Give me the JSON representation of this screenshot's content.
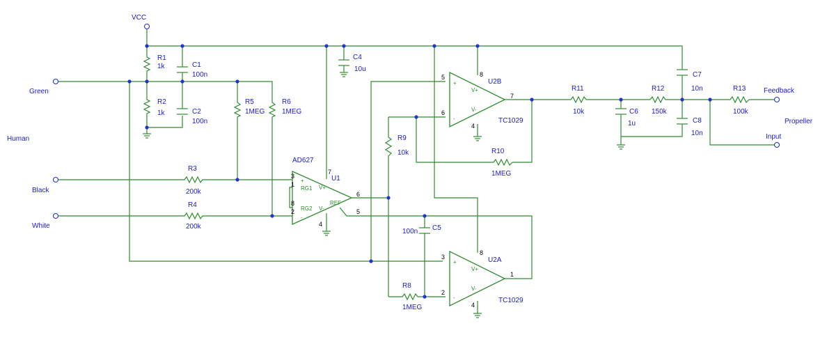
{
  "power": {
    "vcc": "VCC"
  },
  "terminals": {
    "green": "Green",
    "human": "Human",
    "black": "Black",
    "white": "White",
    "feedback": "Feedback",
    "propeller": "Propeller",
    "input": "Input"
  },
  "components": {
    "r1": {
      "ref": "R1",
      "value": "1k"
    },
    "r2": {
      "ref": "R2",
      "value": "1k"
    },
    "r3": {
      "ref": "R3",
      "value": "200k"
    },
    "r4": {
      "ref": "R4",
      "value": "200k"
    },
    "r5": {
      "ref": "R5",
      "value": "1MEG"
    },
    "r6": {
      "ref": "R6",
      "value": "1MEG"
    },
    "r8": {
      "ref": "R8",
      "value": "1MEG"
    },
    "r9": {
      "ref": "R9",
      "value": "10k"
    },
    "r10": {
      "ref": "R10",
      "value": "1MEG"
    },
    "r11": {
      "ref": "R11",
      "value": "10k"
    },
    "r12": {
      "ref": "R12",
      "value": "150k"
    },
    "r13": {
      "ref": "R13",
      "value": "100k"
    },
    "c1": {
      "ref": "C1",
      "value": "100n"
    },
    "c2": {
      "ref": "C2",
      "value": "100n"
    },
    "c4": {
      "ref": "C4",
      "value": "10u"
    },
    "c5": {
      "ref": "C5",
      "value": "100n"
    },
    "c6": {
      "ref": "C6",
      "value": "1u"
    },
    "c7": {
      "ref": "C7",
      "value": "10n"
    },
    "c8": {
      "ref": "C8",
      "value": "10n"
    }
  },
  "u1": {
    "ref": "U1",
    "part": "AD627",
    "pin_in_plus": "3",
    "pin_rg1": "1",
    "pin_rg2": "8",
    "pin_in_minus": "2",
    "pin_vplus": "7",
    "pin_out": "6",
    "pin_ref": "5",
    "pin_vminus": "4",
    "label_plus": "+",
    "label_minus": "-",
    "label_rg1": "RG1",
    "label_rg2": "RG2",
    "label_vplus": "V+",
    "label_vminus": "V-",
    "label_ref": "REF"
  },
  "u2b": {
    "ref": "U2B",
    "part": "TC1029",
    "pin_in_plus": "5",
    "pin_in_minus": "6",
    "pin_out": "7",
    "pin_vplus": "8",
    "pin_vminus": "4",
    "label_plus": "+",
    "label_minus": "-",
    "label_vplus": "V+",
    "label_vminus": "V-"
  },
  "u2a": {
    "ref": "U2A",
    "part": "TC1029",
    "pin_in_plus": "3",
    "pin_in_minus": "2",
    "pin_out": "1",
    "pin_vplus": "8",
    "pin_vminus": "4",
    "label_plus": "+",
    "label_minus": "-",
    "label_vplus": "V+",
    "label_vminus": "V-"
  }
}
